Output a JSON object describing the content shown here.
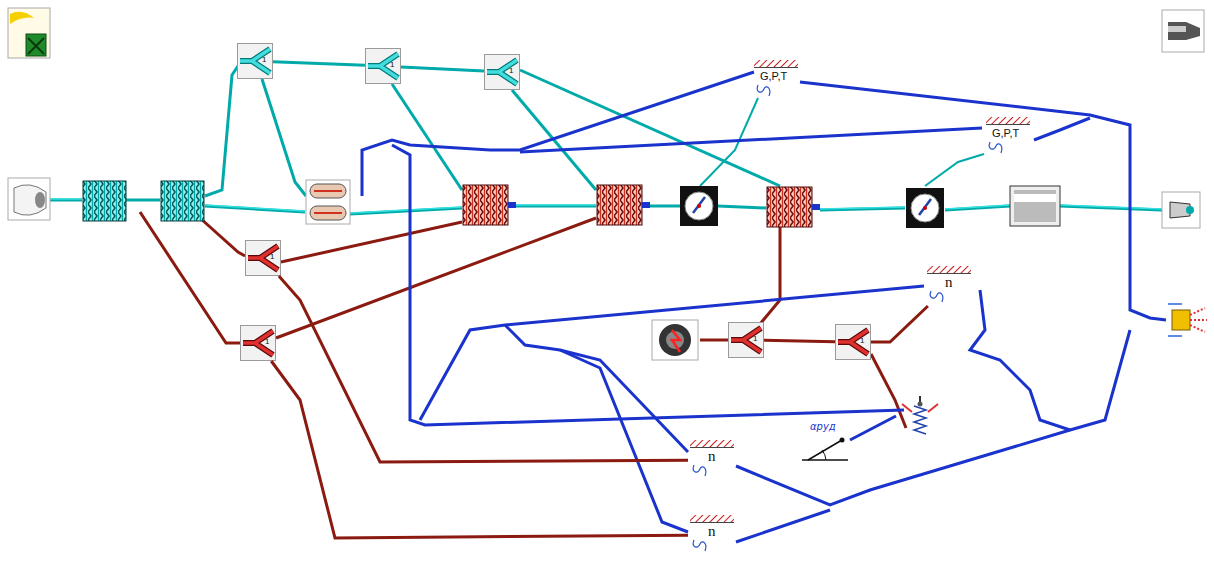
{
  "diagram": {
    "nodes": [
      {
        "text": [
          "1"
        ]
      },
      {
        "text": [
          "1"
        ]
      },
      {
        "text": [
          "1"
        ]
      },
      {
        "text": [
          "1"
        ]
      },
      {
        "text": [
          "1"
        ]
      },
      {
        "text": [
          "G,P,T"
        ]
      },
      {
        "text": [
          "G,P,T"
        ]
      },
      {
        "text": [
          "1"
        ]
      },
      {
        "text": [
          "1"
        ]
      },
      {
        "text": [
          "n"
        ]
      },
      {
        "text": [
          "n"
        ]
      },
      {
        "text": [
          "n"
        ]
      }
    ],
    "edges": [
      {
        "from": 0,
        "to": 1,
        "arrow": "none"
      },
      {
        "from": 1,
        "to": 2,
        "arrow": "none"
      },
      {
        "from": 3,
        "to": 10,
        "arrow": "none"
      },
      {
        "from": 4,
        "to": 11,
        "arrow": "none"
      },
      {
        "from": 7,
        "to": 8,
        "arrow": "none"
      },
      {
        "from": 8,
        "to": 9,
        "arrow": "none"
      }
    ],
    "labels": [
      "αруд"
    ]
  }
}
